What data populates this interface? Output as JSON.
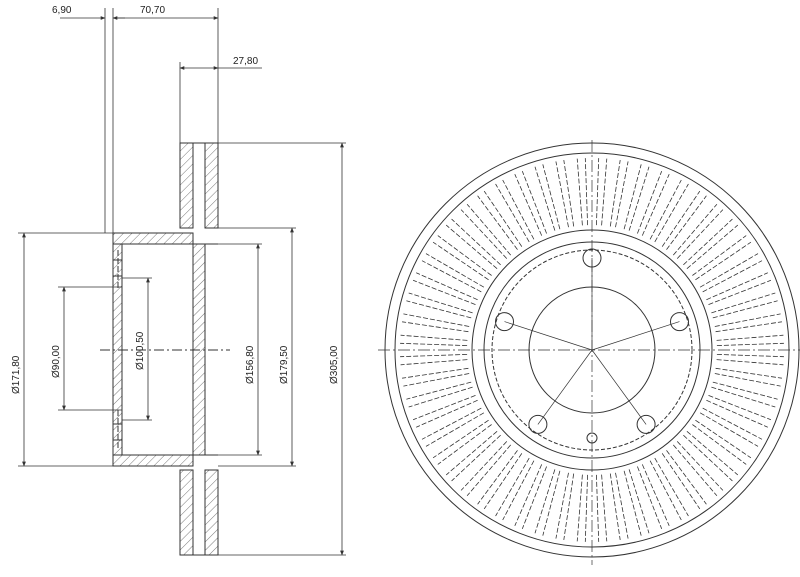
{
  "dims": {
    "hat_offset": "6,90",
    "total_height": "70,70",
    "disc_thickness": "27,80",
    "d_outer": "Ø305,00",
    "d_inner_ring": "Ø179,50",
    "d_hub": "Ø156,80",
    "d_bolt_circle": "Ø100,50",
    "d_centre_bore": "Ø90,00",
    "d_hat": "Ø171,80"
  },
  "colors": {
    "line": "#333333",
    "hatch": "#555555",
    "hole_fill": "#c9c9c9"
  }
}
